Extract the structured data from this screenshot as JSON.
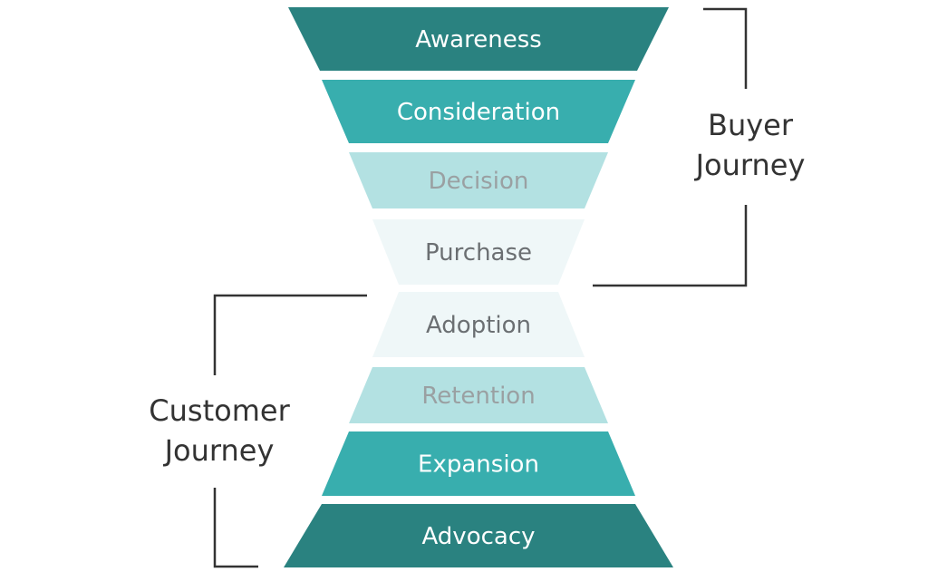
{
  "colors": {
    "dark_teal": "#2a8280",
    "teal": "#38aeae",
    "light_teal": "#b3e1e2",
    "pale": "#eff7f8",
    "text_light": "#ffffff",
    "text_muted": "#9aa0a2",
    "text_dark": "#6b6f72",
    "bracket": "#333333"
  },
  "stages": [
    {
      "label": "Awareness",
      "fill": "#2a8280",
      "text_color": "#ffffff"
    },
    {
      "label": "Consideration",
      "fill": "#38aeae",
      "text_color": "#ffffff"
    },
    {
      "label": "Decision",
      "fill": "#b3e1e2",
      "text_color": "#9aa0a2"
    },
    {
      "label": "Purchase",
      "fill": "#eff7f8",
      "text_color": "#6b6f72"
    },
    {
      "label": "Adoption",
      "fill": "#eff7f8",
      "text_color": "#6b6f72"
    },
    {
      "label": "Retention",
      "fill": "#b3e1e2",
      "text_color": "#9aa0a2"
    },
    {
      "label": "Expansion",
      "fill": "#38aeae",
      "text_color": "#ffffff"
    },
    {
      "label": "Advocacy",
      "fill": "#2a8280",
      "text_color": "#ffffff"
    }
  ],
  "buyer_journey": {
    "line1": "Buyer",
    "line2": "Journey"
  },
  "customer_journey": {
    "line1": "Customer",
    "line2": "Journey"
  }
}
